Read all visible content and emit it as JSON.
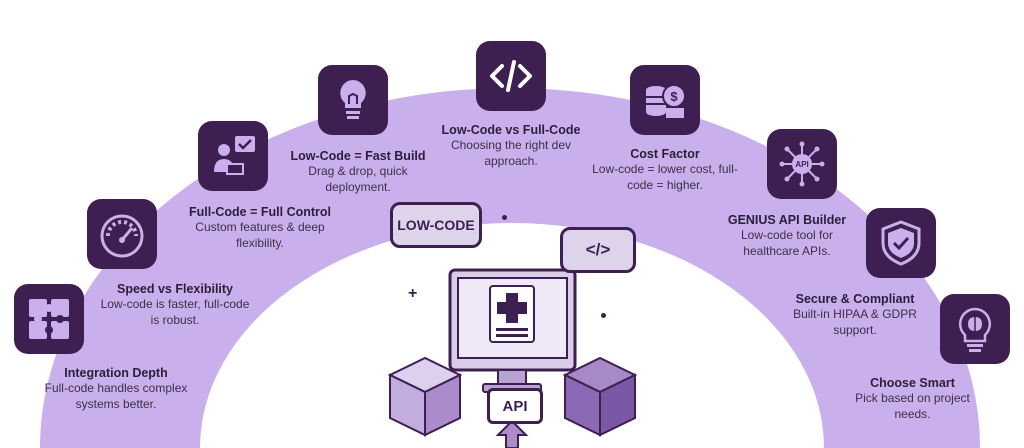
{
  "center": {
    "bubble_left": "LOW-CODE",
    "bubble_right": "</>",
    "api_label": "API"
  },
  "cards": [
    {
      "title": "Integration Depth",
      "desc": "Full-code handles complex systems better.",
      "icon": "puzzle-icon"
    },
    {
      "title": "Speed vs Flexibility",
      "desc": "Low-code is faster, full-code is robust.",
      "icon": "gauge-icon"
    },
    {
      "title": "Full-Code = Full Control",
      "desc": "Custom features & deep flexibility.",
      "icon": "developer-icon"
    },
    {
      "title": "Low-Code = Fast Build",
      "desc": "Drag & drop, quick deployment.",
      "icon": "lightbulb-icon"
    },
    {
      "title": "Low-Code vs Full-Code",
      "desc": "Choosing the right dev approach.",
      "icon": "code-icon"
    },
    {
      "title": "Cost Factor",
      "desc": "Low-code = lower cost, full-code = higher.",
      "icon": "coins-icon"
    },
    {
      "title": "GENIUS API Builder",
      "desc": "Low-code tool for healthcare APIs.",
      "icon": "api-icon"
    },
    {
      "title": "Secure & Compliant",
      "desc": "Built-in HIPAA & GDPR support.",
      "icon": "shield-icon"
    },
    {
      "title": "Choose Smart",
      "desc": "Pick based on project needs.",
      "icon": "brain-bulb-icon"
    }
  ],
  "colors": {
    "tile": "#3d1f52",
    "arc": "#c9b0ec",
    "inner": "#b992e3"
  }
}
